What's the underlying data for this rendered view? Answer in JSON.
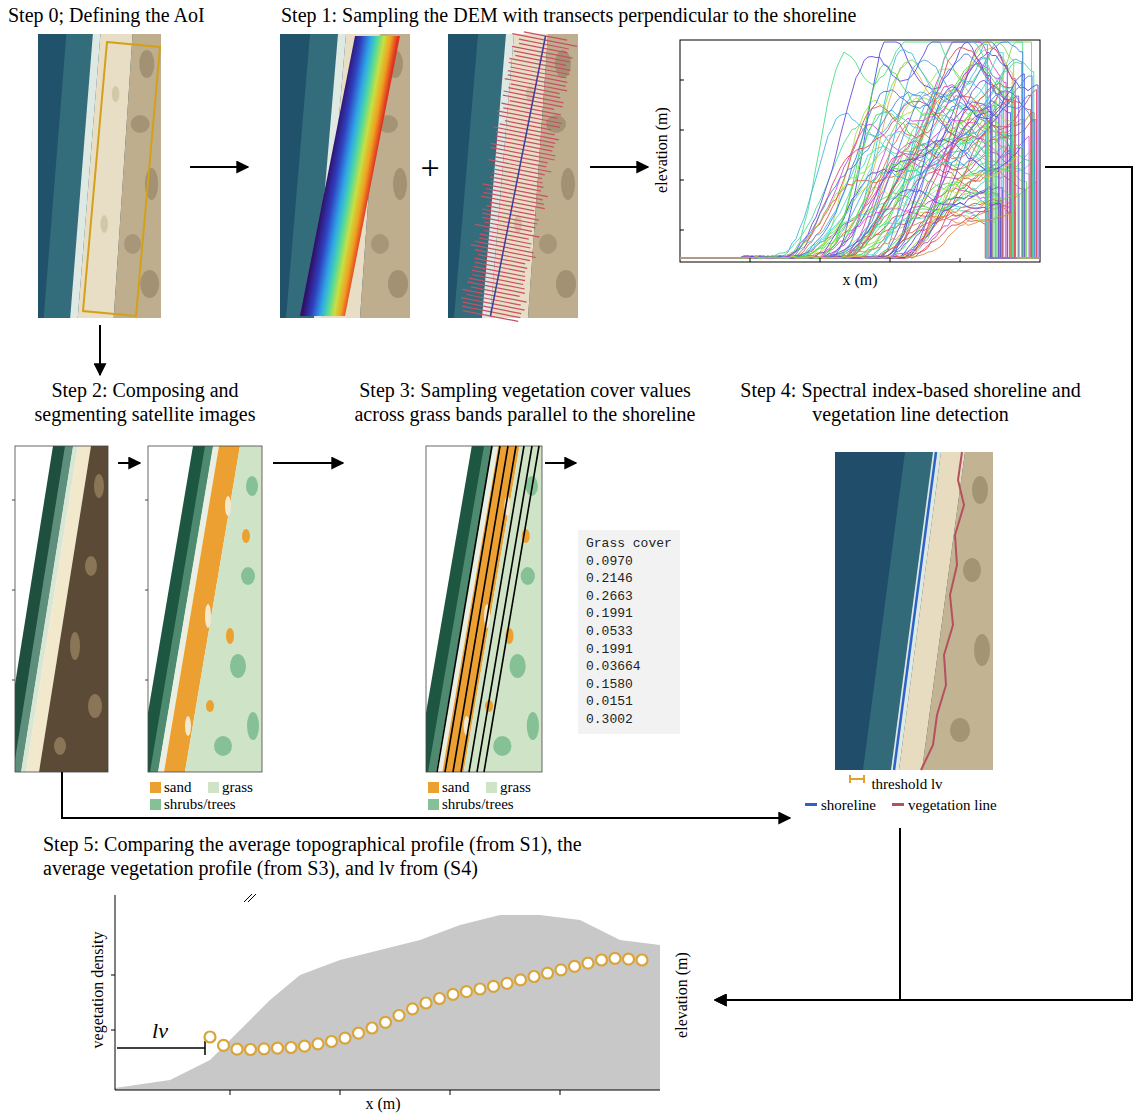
{
  "diagram": {
    "nodes": [
      {
        "text": [
          "Step 0; Defining the AoI"
        ]
      },
      {
        "text": [
          "Step 1: Sampling the DEM with transects perpendicular to the shoreline"
        ]
      },
      {
        "text": [
          "elevation (m)",
          "x (m)"
        ],
        "in": 1
      },
      {
        "text": [
          "Step 2: Composing and segmenting satellite images"
        ]
      },
      {
        "text": [
          "Step 3: Sampling vegetation cover values across grass bands parallel to the shoreline"
        ]
      },
      {
        "text": [
          "Grass cover",
          "0.0970",
          "0.2146",
          "0.2663",
          "0.1991",
          "0.0533",
          "0.1991",
          "0.03664",
          "0.1580",
          "0.0151",
          "0.3002"
        ],
        "in": 4
      },
      {
        "text": [
          "Step 4: Spectral index-based shoreline and vegetation line detection"
        ]
      },
      {
        "text": [
          "Step 5: Comparing the average topographical profile (from S1), the average vegetation profile (from S3), and lv from (S4)"
        ]
      }
    ],
    "edges": [
      {
        "from": 0,
        "to": 1,
        "arrow": "to"
      },
      {
        "from": 0,
        "to": 3,
        "arrow": "to"
      },
      {
        "from": 3,
        "to": 4,
        "arrow": "to"
      },
      {
        "from": 3,
        "to": 6,
        "arrow": "to"
      },
      {
        "from": 2,
        "to": 7,
        "arrow": "to"
      },
      {
        "from": 6,
        "to": 7,
        "arrow": "to"
      }
    ],
    "labels": [
      "+",
      "threshold lv",
      "vegetation density",
      "elevation (m)",
      "x (m)",
      "lv"
    ],
    "legend": [
      {
        "text": "sand",
        "color": "#eda032"
      },
      {
        "text": "grass",
        "color": "#cfe4c6"
      },
      {
        "text": "shrubs/trees",
        "color": "#86c196"
      },
      {
        "text": "sand",
        "color": "#eda032"
      },
      {
        "text": "grass",
        "color": "#cfe4c6"
      },
      {
        "text": "shrubs/trees",
        "color": "#86c196"
      },
      {
        "text": "shoreline"
      },
      {
        "text": "vegetation line"
      }
    ]
  }
}
